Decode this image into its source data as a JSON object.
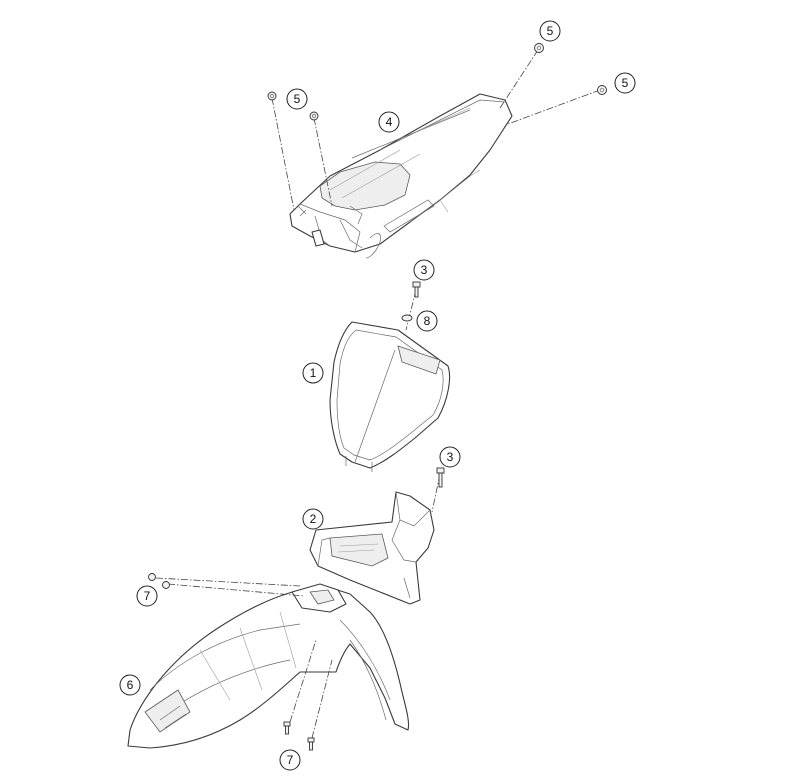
{
  "callouts": [
    {
      "id": "c1",
      "label": "1"
    },
    {
      "id": "c2",
      "label": "2"
    },
    {
      "id": "c3a",
      "label": "3"
    },
    {
      "id": "c3b",
      "label": "3"
    },
    {
      "id": "c4",
      "label": "4"
    },
    {
      "id": "c5a",
      "label": "5"
    },
    {
      "id": "c5b",
      "label": "5"
    },
    {
      "id": "c5c",
      "label": "5"
    },
    {
      "id": "c6",
      "label": "6"
    },
    {
      "id": "c7a",
      "label": "7"
    },
    {
      "id": "c7b",
      "label": "7"
    },
    {
      "id": "c8",
      "label": "8"
    }
  ],
  "colors": {
    "stroke": "#3a3a3a",
    "shade": "#eeeeee",
    "background": "#ffffff"
  }
}
